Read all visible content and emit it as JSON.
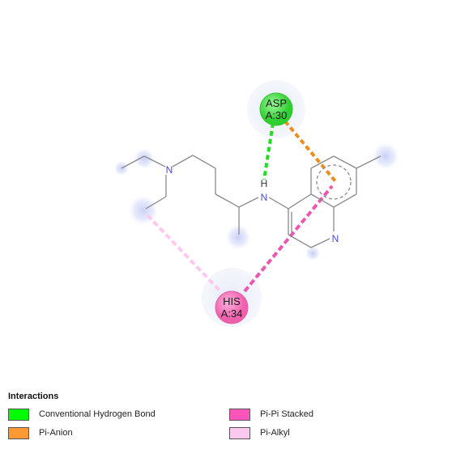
{
  "residues": [
    {
      "id": "asp",
      "line1": "ASP",
      "line2": "A:30",
      "color": "#4ee04e"
    },
    {
      "id": "his",
      "line1": "HIS",
      "line2": "A:34",
      "color": "#f070b8"
    }
  ],
  "atoms": {
    "n_amine": "N",
    "h_label": "H",
    "n_nh": "N",
    "n_ring": "N"
  },
  "legend": {
    "title": "Interactions",
    "items": [
      {
        "label": "Conventional Hydrogen Bond",
        "color": "#00ff00"
      },
      {
        "label": "Pi-Anion",
        "color": "#ff9933"
      },
      {
        "label": "Pi-Pi Stacked",
        "color": "#ff55bb"
      },
      {
        "label": "Pi-Alkyl",
        "color": "#ffc8ef"
      }
    ]
  },
  "colors": {
    "bond": "#8a8a8a",
    "heteroatom": "#4a4ad0",
    "halo": "#d8dcf8"
  }
}
